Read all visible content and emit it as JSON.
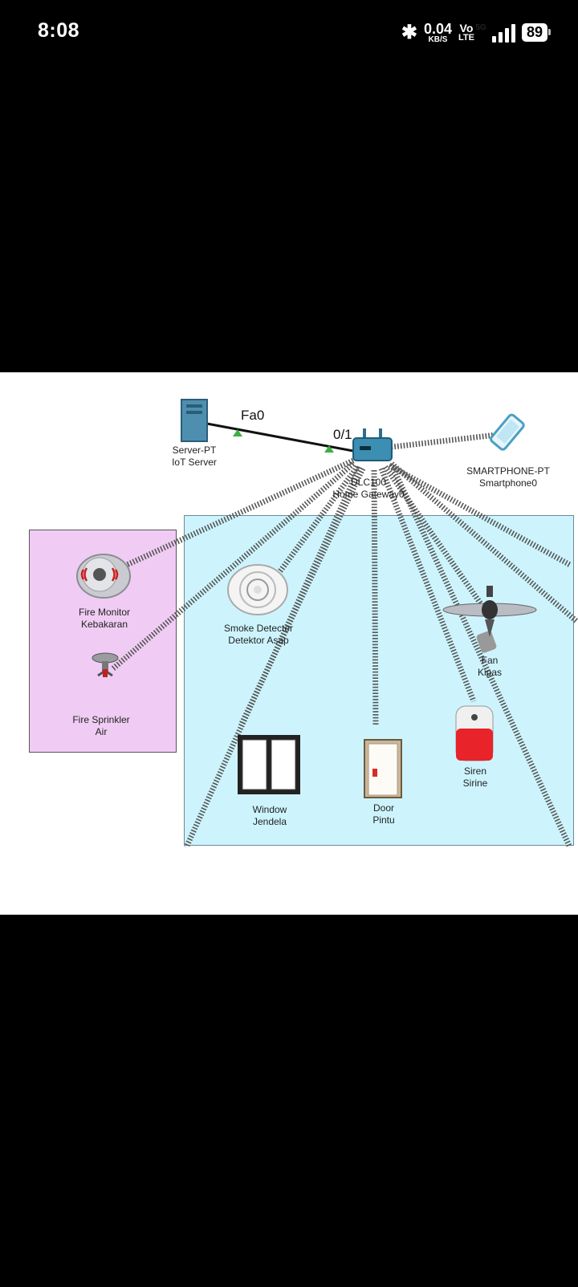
{
  "status_bar": {
    "time": "8:08",
    "bluetooth_icon": "bluetooth-icon",
    "net_speed_value": "0.04",
    "net_speed_unit": "KB/S",
    "volte_top": "Vo",
    "volte_bottom": "LTE",
    "signal_label": "5G",
    "battery": "89"
  },
  "diagram": {
    "server": {
      "type": "Server-PT",
      "name": "IoT Server"
    },
    "gateway": {
      "type": "DLC100",
      "name": "Home Gateway0"
    },
    "smartphone": {
      "type": "SMARTPHONE-PT",
      "name": "Smartphone0"
    },
    "port_server": "Fa0",
    "port_gateway": "0/1",
    "fire_monitor": {
      "line1": "Fire Monitor",
      "line2": "Kebakaran"
    },
    "fire_sprinkler": {
      "line1": "Fire Sprinkler",
      "line2": "Air"
    },
    "smoke_detector": {
      "line1": "Smoke Detecter",
      "line2": "Detektor Asap"
    },
    "fan": {
      "line1": "Fan",
      "line2": "Kipas"
    },
    "window": {
      "line1": "Window",
      "line2": "Jendela"
    },
    "door": {
      "line1": "Door",
      "line2": "Pintu"
    },
    "siren": {
      "line1": "Siren",
      "line2": "Sirine"
    },
    "colors": {
      "left_room": "#f0ccf4",
      "main_room": "#cdf4fd",
      "link_up": "#3cb043"
    }
  }
}
